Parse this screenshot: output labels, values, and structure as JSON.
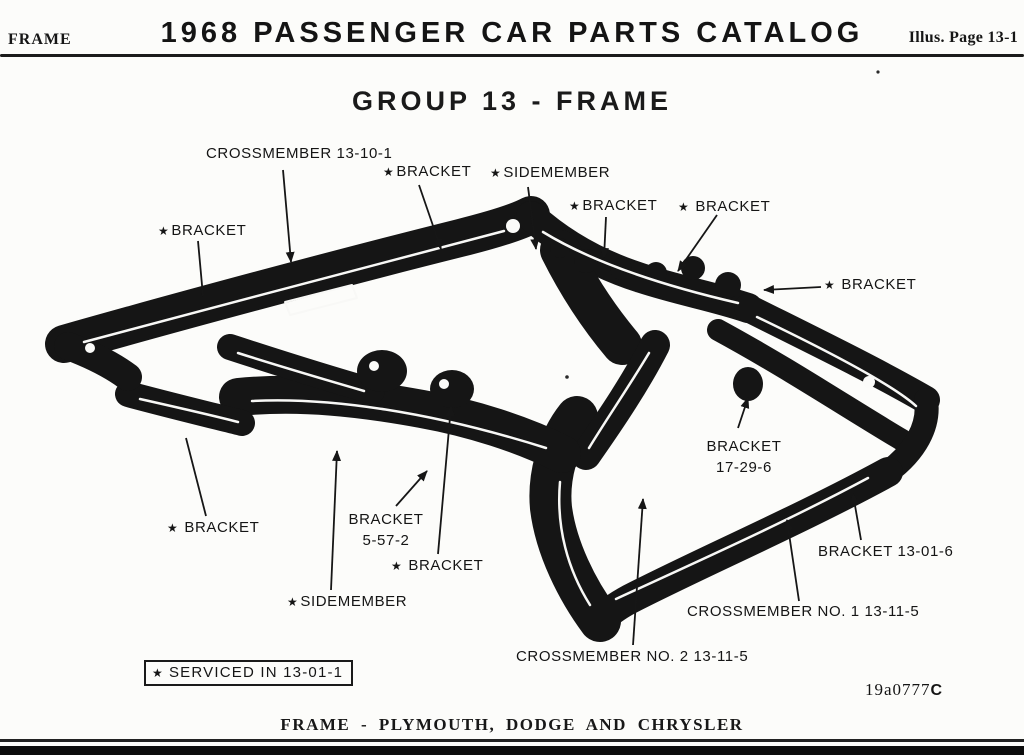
{
  "header": {
    "section": "FRAME",
    "title": "1968 PASSENGER CAR PARTS CATALOG",
    "page_ref": "Illus. Page 13-1"
  },
  "group_title": "GROUP 13 - FRAME",
  "diagram": {
    "star": "★",
    "labels": {
      "crossmember_13_10_1": "CROSSMEMBER 13-10-1",
      "bracket": "BRACKET",
      "sidemember": "SIDEMEMBER",
      "bracket_17_29_6_name": "BRACKET",
      "bracket_17_29_6_num": "17-29-6",
      "bracket_5_57_2_name": "BRACKET",
      "bracket_5_57_2_num": "5-57-2",
      "bracket_13_01_6": "BRACKET 13-01-6",
      "crossmember_no_1": "CROSSMEMBER NO. 1 13-11-5",
      "crossmember_no_2": "CROSSMEMBER NO. 2 13-11-5"
    },
    "serviced_note": "SERVICED IN 13-01-1",
    "figure_code": "19a0777",
    "figure_code_suffix": "C"
  },
  "footer": {
    "caption": "FRAME - PLYMOUTH, DODGE AND CHRYSLER"
  },
  "colors": {
    "ink": "#151515",
    "paper": "#fcfcfa"
  }
}
